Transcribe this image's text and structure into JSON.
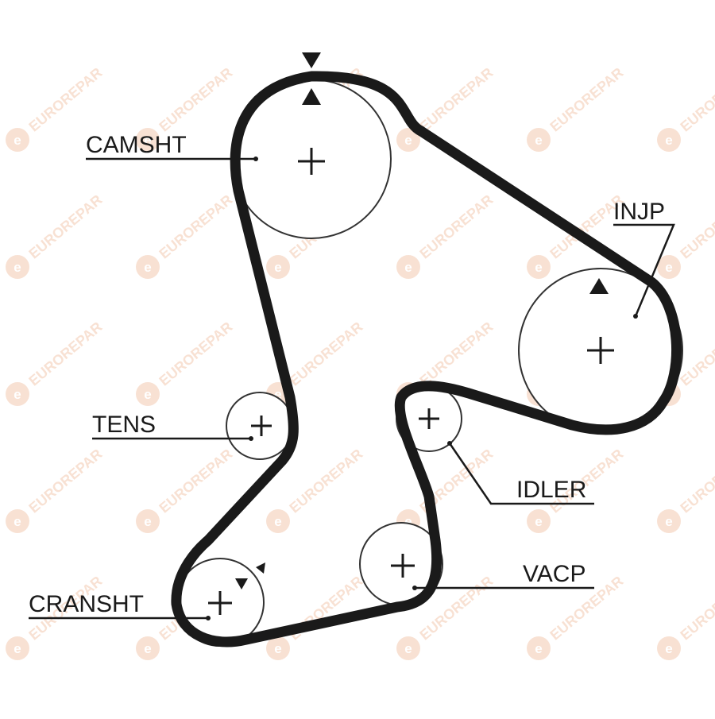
{
  "watermark": {
    "text": "EUROREPAR",
    "badge_letter": "e",
    "color": "#f3c9b0"
  },
  "colors": {
    "belt": "#1a1a1a",
    "pulley_outline": "#333333",
    "label_text": "#1a1a1a"
  },
  "pulleys": [
    {
      "id": "camsht",
      "label": "CAMSHT"
    },
    {
      "id": "injp",
      "label": "INJP"
    },
    {
      "id": "tens",
      "label": "TENS"
    },
    {
      "id": "idler",
      "label": "IDLER"
    },
    {
      "id": "vacp",
      "label": "VACP"
    },
    {
      "id": "cransht",
      "label": "CRANSHT"
    }
  ]
}
